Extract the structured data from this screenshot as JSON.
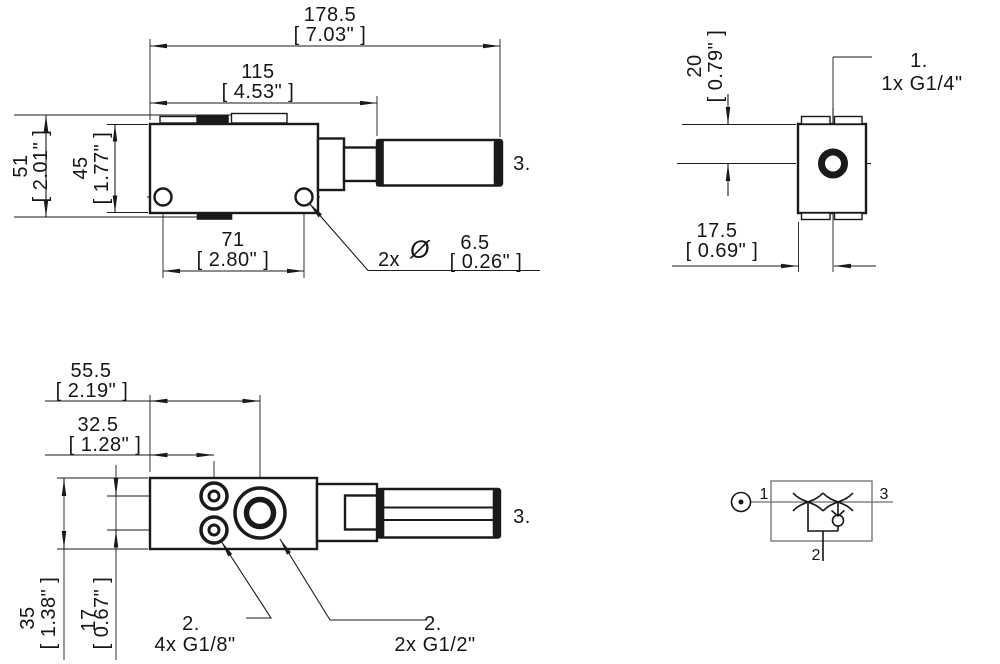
{
  "colors": {
    "line": "#1a1a1a",
    "schematic_gray": "#6e6e6e",
    "background": "#ffffff"
  },
  "side_view": {
    "ref_silencer": "3.",
    "dim_total_length": {
      "mm": "178.5",
      "inch": "[ 7.03\" ]"
    },
    "dim_body_length": {
      "mm": "115",
      "inch": "[ 4.53\" ]"
    },
    "dim_total_height": {
      "mm": "51",
      "inch": "[ 2.01\" ]"
    },
    "dim_body_height": {
      "mm": "45",
      "inch": "[ 1.77\" ]"
    },
    "dim_hole_spacing": {
      "mm": "71",
      "inch": "[ 2.80\" ]"
    },
    "hole_callout": {
      "qty": "2x",
      "symbol": "Ø",
      "mm": "6.5",
      "inch": "[ 0.26\" ]"
    }
  },
  "end_view": {
    "ref_port": "1.",
    "port_callout": "1x G1/4\"",
    "dim_port_depth": {
      "mm": "20",
      "inch": "[ 0.79\" ]"
    },
    "dim_port_offset": {
      "mm": "17.5",
      "inch": "[ 0.69\" ]"
    }
  },
  "bottom_view": {
    "ref_silencer": "3.",
    "dim_large_port_pos": {
      "mm": "55.5",
      "inch": "[ 2.19\" ]"
    },
    "dim_small_port_pos": {
      "mm": "32.5",
      "inch": "[ 1.28\" ]"
    },
    "dim_body_width": {
      "mm": "35",
      "inch": "[ 1.38\" ]"
    },
    "dim_port_spacing": {
      "mm": "17",
      "inch": "[ 0.67\" ]"
    },
    "small_port_callout": {
      "ref": "2.",
      "label": "4x G1/8\""
    },
    "large_port_callout": {
      "ref": "2.",
      "label": "2x G1/2\""
    }
  },
  "schematic": {
    "port_supply": "1",
    "port_vacuum": "2",
    "port_exhaust": "3"
  }
}
